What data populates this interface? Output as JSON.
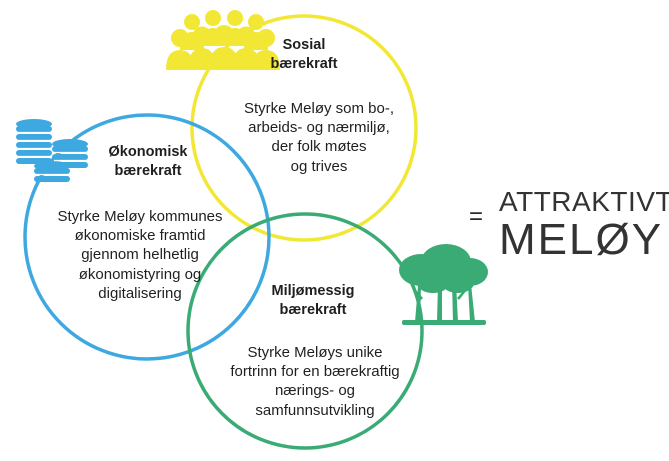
{
  "colors": {
    "sosial": "#f3e736",
    "okonomisk": "#3ea8e0",
    "miljo": "#3aab74",
    "text": "#1f1f1f"
  },
  "icons": {
    "sosial": "people-group-icon",
    "okonomisk": "coin-stacks-icon",
    "miljo": "trees-icon"
  },
  "sosial": {
    "title_line1": "Sosial",
    "title_line2": "bærekraft",
    "body_lines": [
      "Styrke Meløy som bo-,",
      "arbeids- og nærmiljø,",
      "der folk møtes",
      "og trives"
    ]
  },
  "okonomisk": {
    "title_line1": "Økonomisk",
    "title_line2": "bærekraft",
    "body_lines": [
      "Styrke Meløy kommunes",
      "økonomiske framtid",
      "gjennom helhetlig",
      "økonomistyring og",
      "digitalisering"
    ]
  },
  "miljo": {
    "title_line1": "Miljømessig",
    "title_line2": "bærekraft",
    "body_lines": [
      "Styrke Meløys unike",
      "fortrinn for en bærekraftig",
      "nærings- og",
      "samfunnsutvikling"
    ]
  },
  "result": {
    "equals": "=",
    "line1": "ATTRAKTIVT",
    "line2": "MELØY"
  }
}
